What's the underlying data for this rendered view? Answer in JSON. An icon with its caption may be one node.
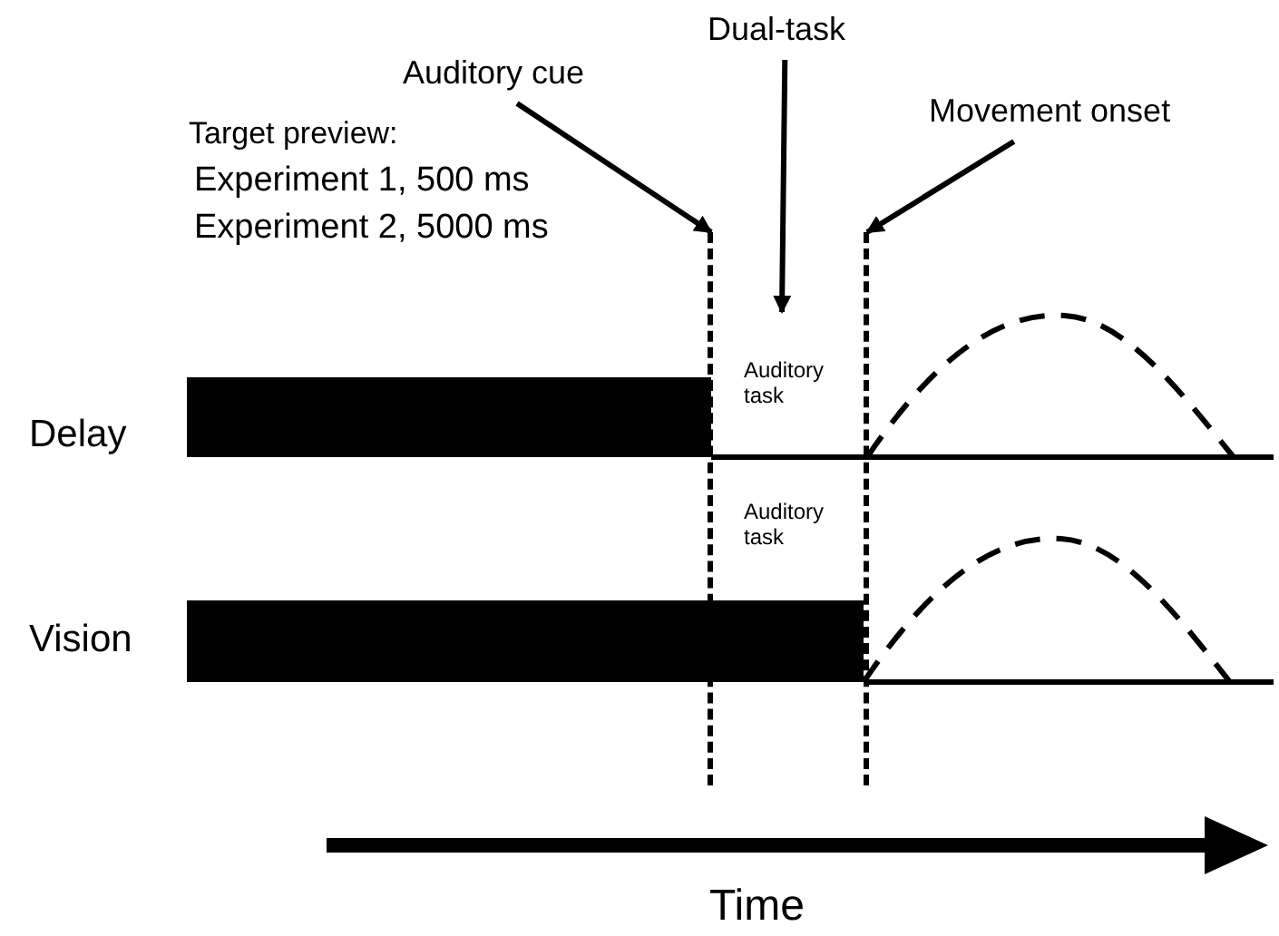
{
  "diagram": {
    "nodes": [
      {
        "text": [
          "Auditory cue"
        ]
      },
      {
        "text": [
          "Dual-task"
        ]
      },
      {
        "text": [
          "Movement onset"
        ]
      },
      {
        "text": [],
        "shape": "line"
      },
      {
        "text": [],
        "shape": "line"
      }
    ],
    "edges": [
      {
        "from": 0,
        "to": 3,
        "arrow": "to"
      },
      {
        "from": 1,
        "to": null,
        "arrow": "to"
      },
      {
        "from": 2,
        "to": 4,
        "arrow": "to"
      }
    ],
    "labels": [
      "Target preview:",
      "Experiment 1, 500 ms",
      "Experiment 2, 5000 ms",
      "Delay",
      "Auditory task",
      "Auditory task",
      "Vision",
      "Time"
    ]
  }
}
